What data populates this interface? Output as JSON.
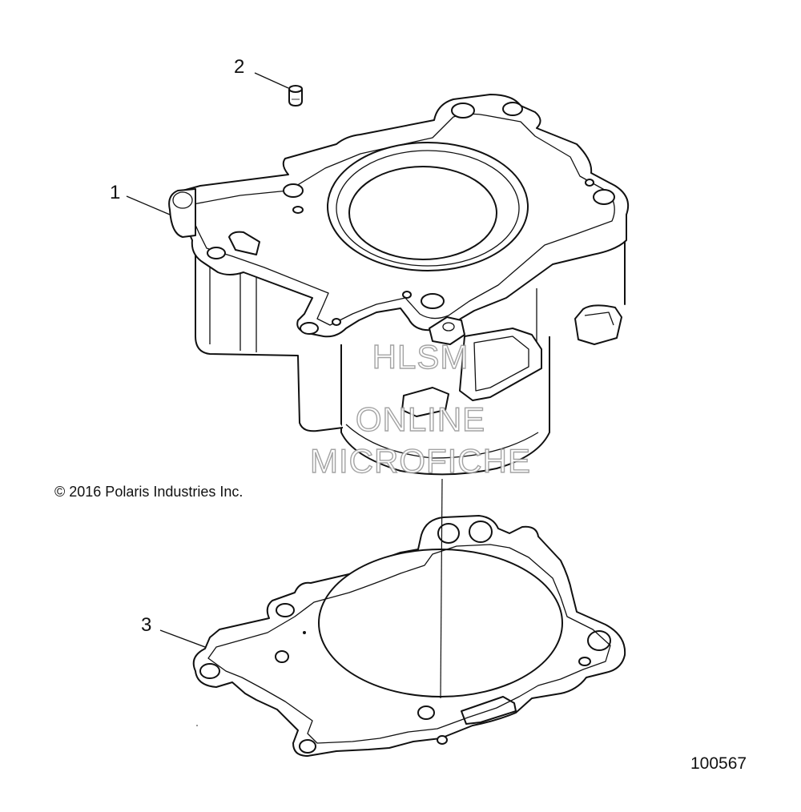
{
  "callouts": {
    "one": "1",
    "two": "2",
    "three": "3"
  },
  "copyright": "© 2016 Polaris Industries Inc.",
  "figure_number": "100567",
  "watermark": {
    "line1": "HLSM",
    "line2": "ONLINE",
    "line3": "MICROFICHE"
  }
}
